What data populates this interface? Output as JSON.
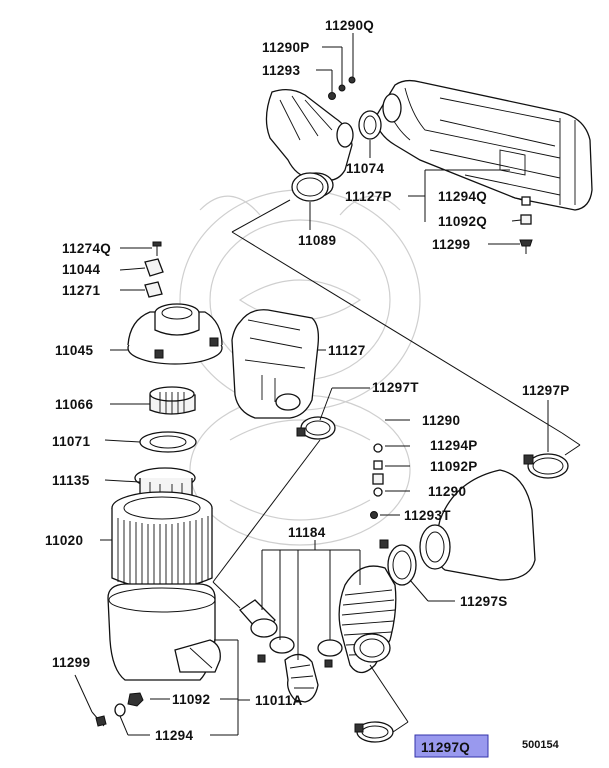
{
  "diagram_id": "500154",
  "highlight": {
    "color": "#9999ee",
    "target": "11297Q"
  },
  "labels": {
    "p11290Q_top": "11290Q",
    "p11290P_top": "11290P",
    "p11293": "11293",
    "p11074": "11074",
    "p11127P": "11127P",
    "p11294Q": "11294Q",
    "p11092Q": "11092Q",
    "p11299_top": "11299",
    "p11089": "11089",
    "p11274Q": "11274Q",
    "p11044": "11044",
    "p11271": "11271",
    "p11045": "11045",
    "p11127": "11127",
    "p11066": "11066",
    "p11297T": "11297T",
    "p11297P": "11297P",
    "p11071": "11071",
    "p11290_a": "11290",
    "p11294P": "11294P",
    "p11092P": "11092P",
    "p11290_b": "11290",
    "p11135": "11135",
    "p11293T": "11293T",
    "p11184": "11184",
    "p11020": "11020",
    "p11297S": "11297S",
    "p11299_bot": "11299",
    "p11092": "11092",
    "p11011A": "11011A",
    "p11294": "11294",
    "p11297Q": "11297Q"
  }
}
